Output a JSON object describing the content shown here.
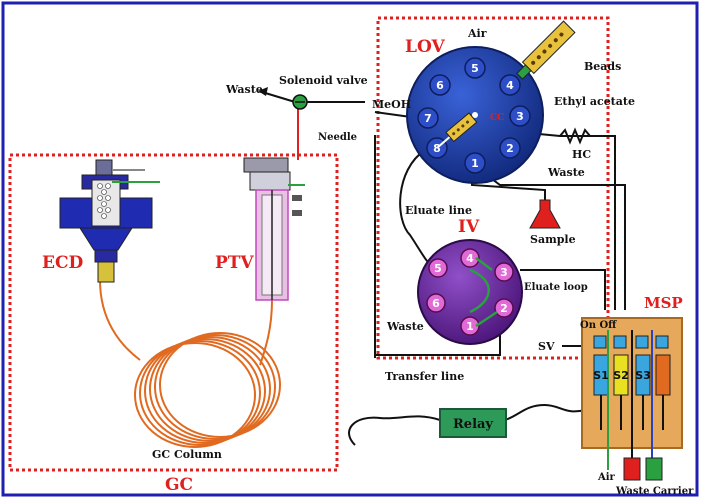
{
  "title": "",
  "sections": {
    "gc": "GC",
    "lov": "LOV",
    "iv": "IV",
    "msp": "MSP"
  },
  "labels": {
    "air_top": "Air",
    "beads": "Beads",
    "ethyl_acetate": "Ethyl acetate",
    "meoh": "MeOH",
    "hc": "HC",
    "waste_lov": "Waste",
    "cc": "CC",
    "sample": "Sample",
    "eluate_line": "Eluate line",
    "eluate_loop": "Eluate loop",
    "waste_iv": "Waste",
    "transfer_line": "Transfer line",
    "waste_top": "Waste",
    "solenoid_valve": "Solenoid valve",
    "needle": "Needle",
    "ecd": "ECD",
    "ptv": "PTV",
    "gc_column": "GC Column",
    "relay": "Relay",
    "sv": "SV",
    "on_off": "On  Off",
    "air_bottom": "Air",
    "waste_carrier": "Waste Carrier"
  },
  "lov_ports": [
    "1",
    "2",
    "3",
    "4",
    "5",
    "6",
    "7",
    "8"
  ],
  "iv_ports": [
    "1",
    "2",
    "3",
    "4",
    "5",
    "6"
  ],
  "msp_syringes": [
    "S1",
    "S2",
    "S3"
  ],
  "colors": {
    "dotted_border": "#e0201e",
    "frame": "#1f1fb0",
    "lov_valve": "#1c3aa6",
    "iv_valve": "#6a2aa0",
    "msp_box": "#e6a85a",
    "relay": "#2e9a5a",
    "coil": "#e06a20"
  }
}
